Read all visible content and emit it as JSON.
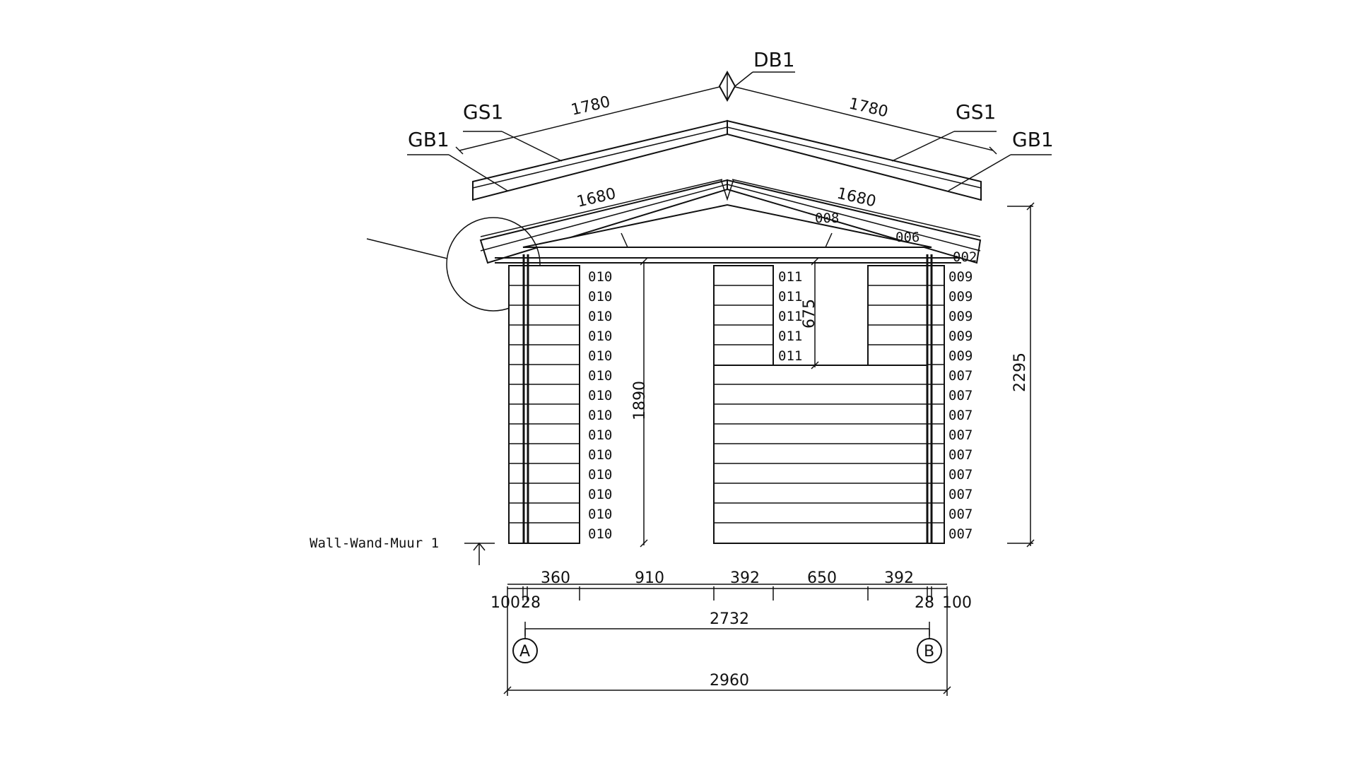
{
  "callouts": {
    "ridge_label": "DB1",
    "gs_left": "GS1",
    "gs_right": "GS1",
    "gb_left": "GB1",
    "gb_right": "GB1",
    "wall_section_label": "Wall-Wand-Muur  1"
  },
  "roof_dims": {
    "upper_left": "1780",
    "upper_right": "1780",
    "lower_left": "1680",
    "lower_right": "1680"
  },
  "gable_parts": {
    "apex": "008",
    "right_slope": "006",
    "eave_right": "002"
  },
  "vertical_dims": {
    "door_height": "1890",
    "window_height": "675",
    "total_height": "2295"
  },
  "planks": {
    "left": [
      "010",
      "010",
      "010",
      "010",
      "010",
      "010",
      "010",
      "010",
      "010",
      "010",
      "010",
      "010",
      "010",
      "010"
    ],
    "window": [
      "011",
      "011",
      "011",
      "011",
      "011"
    ],
    "right": [
      "009",
      "009",
      "009",
      "009",
      "009",
      "007",
      "007",
      "007",
      "007",
      "007",
      "007",
      "007",
      "007",
      "007"
    ]
  },
  "bottom_dims": {
    "row1": [
      "360",
      "910",
      "392",
      "650",
      "392"
    ],
    "left_end": "100",
    "left_post": "28",
    "right_post": "28",
    "right_end": "100",
    "axis_span": "2732",
    "overall": "2960"
  },
  "axes": {
    "a": "A",
    "b": "B"
  }
}
